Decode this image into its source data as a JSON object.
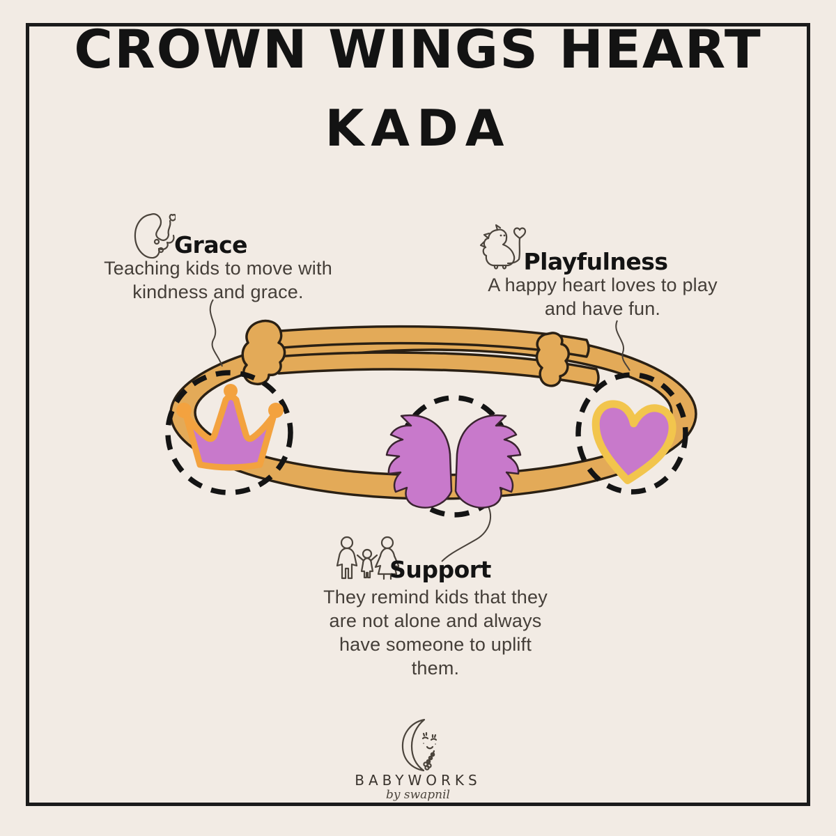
{
  "canvas": {
    "background": "#f2ebe4",
    "frame_color": "#1b1b1b"
  },
  "title": {
    "line1": "CROWN WINGS HEART",
    "line2": "KADA"
  },
  "callouts": {
    "grace": {
      "icon": "fetus-icon",
      "heading": "Grace",
      "body": "Teaching kids to move with kindness and grace."
    },
    "playfulness": {
      "icon": "dinosaur-icon",
      "heading": "Playfulness",
      "body": "A happy heart loves to play and have fun."
    },
    "support": {
      "icon": "family-icon",
      "heading": "Support",
      "body": "They remind kids that they are not alone and always have someone to uplift them."
    }
  },
  "bracelet": {
    "type": "adjustable kada bangle with three charms",
    "charms": [
      "crown",
      "wings",
      "heart"
    ],
    "band_color": "#e3aa58",
    "band_outline": "#2a2014",
    "charm_color": "#c879cb",
    "crown_outline": "#f3a23f",
    "heart_outline": "#f2c54d",
    "wings_outline": "#3a2430",
    "dash_color": "#141414",
    "connector_color": "#49423b"
  },
  "logo": {
    "icon": "moon-baby-icon",
    "brand": "BABYWORKS",
    "byline": "by swapnil"
  },
  "text_colors": {
    "heading": "#131313",
    "body": "#443e38"
  }
}
